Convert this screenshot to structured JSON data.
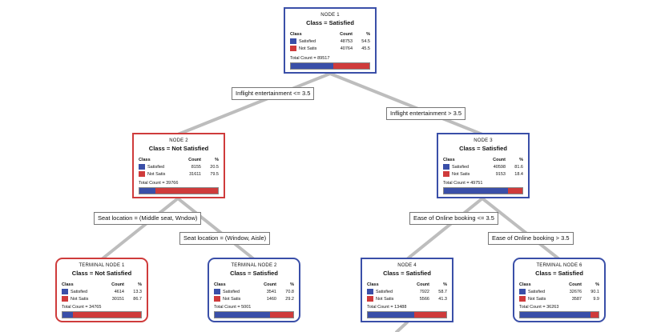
{
  "nodes": {
    "node1": {
      "title": "NODE 1",
      "class_label": "Class = Satisfied",
      "header": {
        "class": "Class",
        "count": "Count",
        "pct": "%"
      },
      "rows": [
        {
          "label": "Satisfied",
          "count": "48753",
          "pct": "54.5"
        },
        {
          "label": "Not Satis",
          "count": "40764",
          "pct": "45.5"
        }
      ],
      "total": "Total Count = 89517",
      "blue_fraction": 0.545
    },
    "node2": {
      "title": "NODE 2",
      "class_label": "Class = Not Satisfied",
      "header": {
        "class": "Class",
        "count": "Count",
        "pct": "%"
      },
      "rows": [
        {
          "label": "Satisfied",
          "count": "8155",
          "pct": "20.5"
        },
        {
          "label": "Not Satis",
          "count": "31611",
          "pct": "79.5"
        }
      ],
      "total": "Total Count = 39766",
      "blue_fraction": 0.205
    },
    "node3": {
      "title": "NODE 3",
      "class_label": "Class = Satisfied",
      "header": {
        "class": "Class",
        "count": "Count",
        "pct": "%"
      },
      "rows": [
        {
          "label": "Satisfied",
          "count": "40598",
          "pct": "81.6"
        },
        {
          "label": "Not Satis",
          "count": "9153",
          "pct": "18.4"
        }
      ],
      "total": "Total Count = 49751",
      "blue_fraction": 0.816
    },
    "terminal1": {
      "title": "TERMINAL NODE 1",
      "class_label": "Class = Not Satisfied",
      "header": {
        "class": "Class",
        "count": "Count",
        "pct": "%"
      },
      "rows": [
        {
          "label": "Satisfied",
          "count": "4614",
          "pct": "13.3"
        },
        {
          "label": "Not Satis",
          "count": "30151",
          "pct": "86.7"
        }
      ],
      "total": "Total Count = 34765",
      "blue_fraction": 0.133
    },
    "terminal2": {
      "title": "TERMINAL NODE 2",
      "class_label": "Class = Satisfied",
      "header": {
        "class": "Class",
        "count": "Count",
        "pct": "%"
      },
      "rows": [
        {
          "label": "Satisfied",
          "count": "3541",
          "pct": "70.8"
        },
        {
          "label": "Not Satis",
          "count": "1460",
          "pct": "29.2"
        }
      ],
      "total": "Total Count = 5001",
      "blue_fraction": 0.708
    },
    "node4": {
      "title": "NODE 4",
      "class_label": "Class = Satisfied",
      "header": {
        "class": "Class",
        "count": "Count",
        "pct": "%"
      },
      "rows": [
        {
          "label": "Satisfied",
          "count": "7922",
          "pct": "58.7"
        },
        {
          "label": "Not Satis",
          "count": "5566",
          "pct": "41.3"
        }
      ],
      "total": "Total Count = 13488",
      "blue_fraction": 0.587
    },
    "terminal6": {
      "title": "TERMINAL NODE 6",
      "class_label": "Class = Satisfied",
      "header": {
        "class": "Class",
        "count": "Count",
        "pct": "%"
      },
      "rows": [
        {
          "label": "Satisfied",
          "count": "32676",
          "pct": "90.1"
        },
        {
          "label": "Not Satis",
          "count": "3587",
          "pct": "9.9"
        }
      ],
      "total": "Total Count = 36263",
      "blue_fraction": 0.901
    }
  },
  "splits": {
    "s12": "Inflight entertainment <= 3.5",
    "s13": "Inflight entertainment > 3.5",
    "s2t1": "Seat location = (Middle seat, Wndow)",
    "s2t2": "Seat location = (Window, Aisle)",
    "s34": "Ease of Online booking <= 3.5",
    "s3t6": "Ease of Online booking > 3.5"
  },
  "colors": {
    "satisfied": "#3a4fa8",
    "not_satisfied": "#cf3b3b",
    "edge": "#bdbdbd"
  }
}
